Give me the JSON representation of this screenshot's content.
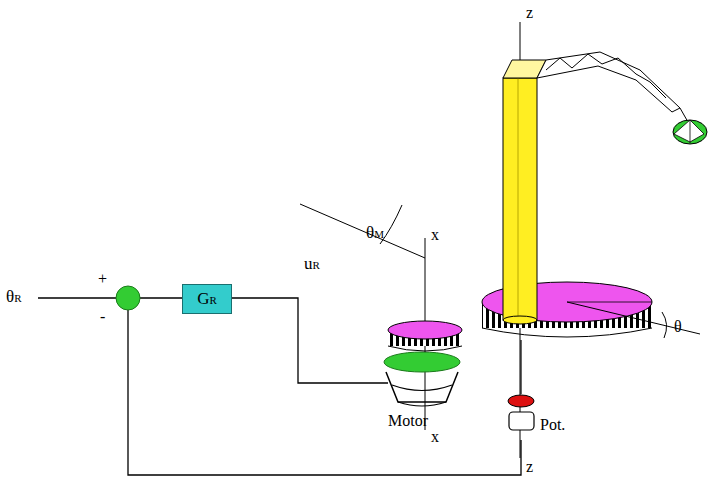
{
  "diagram": {
    "nodes": [
      {
        "text": [
          "GR"
        ]
      }
    ],
    "labels": [
      "θR",
      "+",
      "-",
      "uR",
      "θM",
      "x",
      "x",
      "z",
      "z",
      "θ",
      "Motor",
      "Pot."
    ]
  }
}
